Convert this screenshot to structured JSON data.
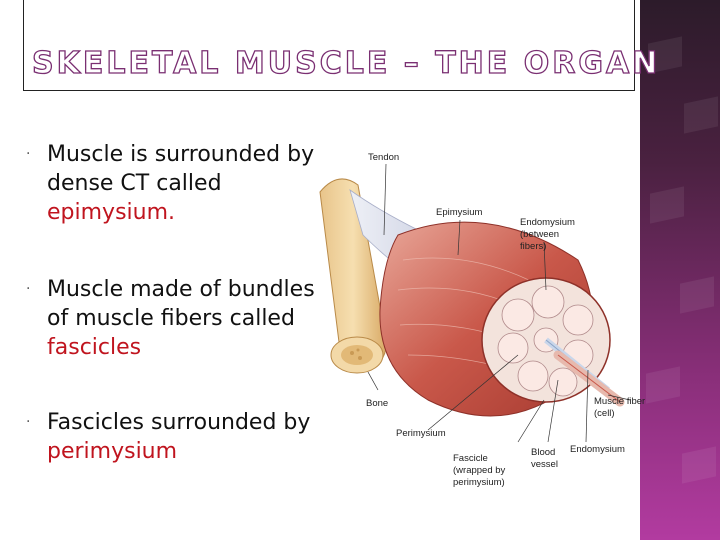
{
  "slide": {
    "title": "SKELETAL MUSCLE – THE ORGAN",
    "bullets": [
      {
        "marker": "·",
        "text": "Muscle is surrounded by dense CT called ",
        "highlight": "epimysium."
      },
      {
        "marker": "·",
        "text": "Muscle made of bundles of muscle fibers called ",
        "highlight": "fascicles"
      },
      {
        "marker": "·",
        "text": "Fascicles surrounded by ",
        "highlight": "perimysium"
      }
    ],
    "highlight_color": "#c0141e",
    "title_color": "#7a2f72"
  },
  "figure": {
    "labels": {
      "tendon": "Tendon",
      "epimysium": "Epimysium",
      "endomysium_top_1": "Endomysium",
      "endomysium_top_2": "(between",
      "endomysium_top_3": "fibers)",
      "bone": "Bone",
      "muscle_fiber_1": "Muscle fiber",
      "muscle_fiber_2": "(cell)",
      "perimysium": "Perimysium",
      "blood_1": "Blood",
      "blood_2": "vessel",
      "endomysium_bottom": "Endomysium",
      "fascicle_1": "Fascicle",
      "fascicle_2": "(wrapped by",
      "fascicle_3": "perimysium)"
    }
  }
}
